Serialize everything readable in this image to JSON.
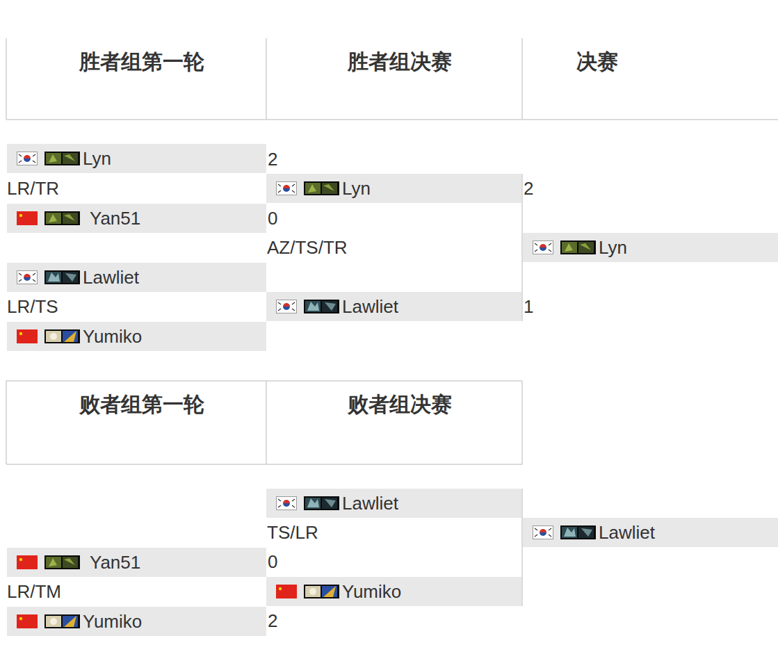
{
  "diagram": {
    "nodes": [
      {
        "text": [
          "胜者组第一轮"
        ]
      },
      {
        "text": [
          "胜者组决赛"
        ]
      },
      {
        "text": [
          "决赛"
        ]
      },
      {
        "text": [
          "Lyn"
        ]
      },
      {
        "text": [
          "Lyn"
        ]
      },
      {
        "text": [
          "Yan51"
        ]
      },
      {
        "text": [
          "Lyn"
        ]
      },
      {
        "text": [
          "Lawliet"
        ]
      },
      {
        "text": [
          "Lawliet"
        ]
      },
      {
        "text": [
          "Yumiko"
        ]
      },
      {
        "text": [
          "败者组第一轮"
        ]
      },
      {
        "text": [
          "败者组决赛"
        ]
      },
      {
        "text": [
          "Lawliet"
        ]
      },
      {
        "text": [
          "Lawliet"
        ]
      },
      {
        "text": [
          "Yan51"
        ]
      },
      {
        "text": [
          "Yumiko"
        ]
      },
      {
        "text": [
          "Yumiko"
        ]
      }
    ],
    "labels": [
      "2",
      "LR/TR",
      "0",
      "2",
      "AZ/TS/TR",
      "LR/TS",
      "1",
      "TS/LR",
      "0",
      "LR/TM",
      "2"
    ]
  }
}
